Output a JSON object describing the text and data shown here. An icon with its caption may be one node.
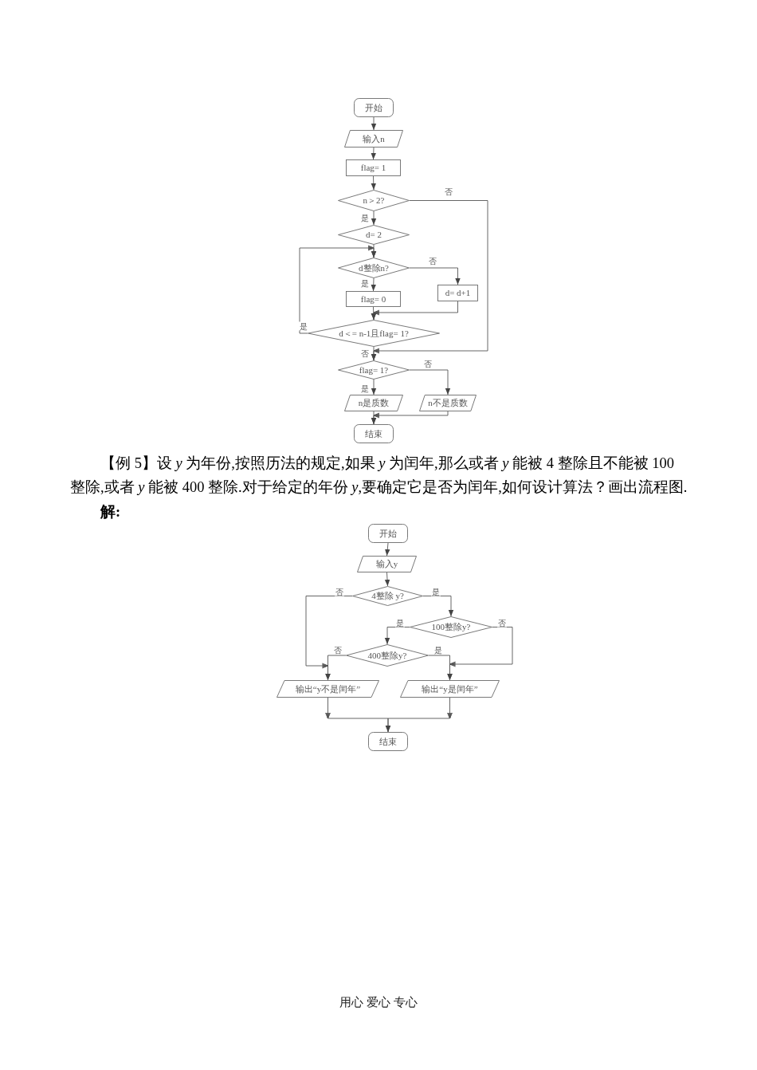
{
  "diagram": {
    "nodes": [
      {
        "text": [
          "开始"
        ]
      },
      {
        "text": [
          "输入n"
        ]
      },
      {
        "text": [
          "flag= 1"
        ]
      },
      {
        "text": [
          "n＞2?"
        ]
      },
      {
        "text": [
          "d= 2"
        ]
      },
      {
        "text": [
          "d整除n?"
        ]
      },
      {
        "text": [
          "flag= 0"
        ]
      },
      {
        "text": [
          "d= d+1"
        ]
      },
      {
        "text": [
          "d＜= n-1且flag= 1?"
        ]
      },
      {
        "text": [
          "flag= 1?"
        ]
      },
      {
        "text": [
          "n是质数"
        ]
      },
      {
        "text": [
          "n不是质数"
        ]
      },
      {
        "text": [
          "结束"
        ]
      },
      {
        "text": [
          "开始"
        ]
      },
      {
        "text": [
          "输入y"
        ]
      },
      {
        "text": [
          "4整除 y?"
        ]
      },
      {
        "text": [
          "100整除y?"
        ]
      },
      {
        "text": [
          "400整除y?"
        ]
      },
      {
        "text": [
          "输出“y不是闰年”"
        ]
      },
      {
        "text": [
          "输出“y是闰年”"
        ]
      },
      {
        "text": [
          "结束"
        ]
      }
    ],
    "edges": [
      {
        "from": 0,
        "to": 1,
        "arrow": "to"
      },
      {
        "from": 1,
        "to": 2,
        "arrow": "to"
      },
      {
        "from": 2,
        "to": 3,
        "arrow": "to"
      },
      {
        "from": 3,
        "to": 4,
        "arrow": "to",
        "label": "是"
      },
      {
        "from": 3,
        "to": 9,
        "arrow": "to",
        "label": "否"
      },
      {
        "from": 4,
        "to": 5,
        "arrow": "to"
      },
      {
        "from": 5,
        "to": 6,
        "arrow": "to",
        "label": "是"
      },
      {
        "from": 5,
        "to": 7,
        "arrow": "to",
        "label": "否"
      },
      {
        "from": 6,
        "to": 8,
        "arrow": "to"
      },
      {
        "from": 7,
        "to": 8,
        "arrow": "to"
      },
      {
        "from": 8,
        "to": 5,
        "arrow": "to",
        "label": "是"
      },
      {
        "from": 8,
        "to": 9,
        "arrow": "to",
        "label": "否"
      },
      {
        "from": 9,
        "to": 10,
        "arrow": "to",
        "label": "是"
      },
      {
        "from": 9,
        "to": 11,
        "arrow": "to",
        "label": "否"
      },
      {
        "from": 10,
        "to": 12,
        "arrow": "to"
      },
      {
        "from": 11,
        "to": 12,
        "arrow": "to"
      },
      {
        "from": 13,
        "to": 14,
        "arrow": "to"
      },
      {
        "from": 14,
        "to": 15,
        "arrow": "to"
      },
      {
        "from": 15,
        "to": 16,
        "arrow": "to",
        "label": "是"
      },
      {
        "from": 15,
        "to": 18,
        "arrow": "to",
        "label": "否"
      },
      {
        "from": 16,
        "to": 17,
        "arrow": "to",
        "label": "是"
      },
      {
        "from": 16,
        "to": 19,
        "arrow": "to",
        "label": "否"
      },
      {
        "from": 17,
        "to": 18,
        "arrow": "to",
        "label": "否"
      },
      {
        "from": 17,
        "to": 19,
        "arrow": "to",
        "label": "是"
      },
      {
        "from": 18,
        "to": 20,
        "arrow": "to"
      },
      {
        "from": 19,
        "to": 20,
        "arrow": "to"
      }
    ],
    "labels": [
      "【例 5】设 *y* 为年份,按照历法的规定,如果 *y* 为闰年,那么或者 *y* 能被 4 整除且不能被 100 整除,或者 *y* 能被 400 整除.对于给定的年份 *y*,要确定它是否为闰年,如何设计算法？画出流程图.",
      "解:",
      "用心 爱心 专心"
    ]
  }
}
